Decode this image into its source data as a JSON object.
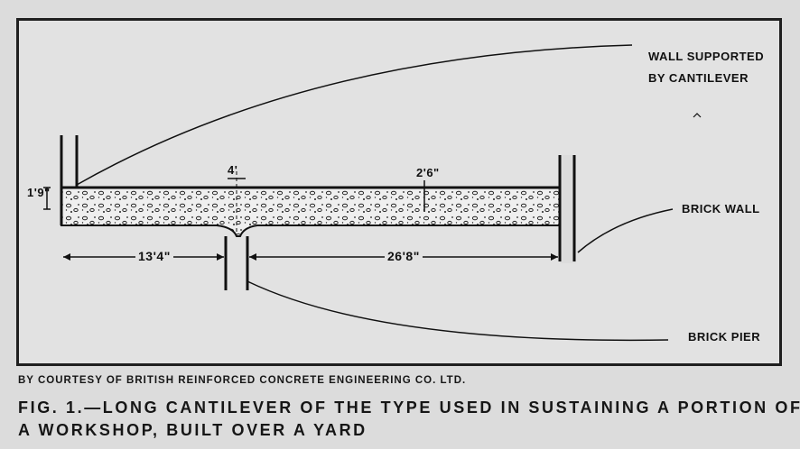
{
  "labels": {
    "wall_supported_line1": "WALL SUPPORTED",
    "wall_supported_line2": "BY CANTILEVER",
    "brick_wall": "BRICK WALL",
    "brick_pier": "BRICK PIER"
  },
  "dimensions": {
    "slab_thickness": "1'9\"",
    "pier_width": "4'",
    "wall_thickness": "2'6\"",
    "left_span": "13'4\"",
    "right_span": "26'8\""
  },
  "credit": "BY COURTESY OF BRITISH REINFORCED CONCRETE ENGINEERING CO. LTD.",
  "caption": "FIG. 1.—LONG CANTILEVER OF THE TYPE USED IN SUSTAINING A PORTION OF A WORKSHOP, BUILT OVER A YARD"
}
